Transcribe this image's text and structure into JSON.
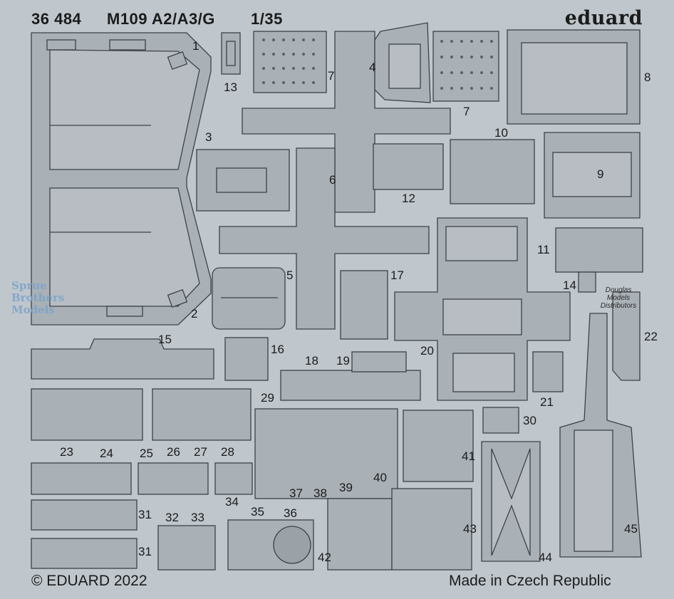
{
  "header": {
    "code": "36 484",
    "subject": "M109 A2/A3/G",
    "scale": "1/35",
    "brand": "eduard"
  },
  "footer": {
    "copyright": "© EDUARD 2022",
    "origin": "Made in Czech Republic"
  },
  "watermarks": {
    "sprue_brothers": [
      "Sprue",
      "Brothers",
      "Models"
    ],
    "douglas": [
      "Douglas",
      "Models",
      "Distributors"
    ]
  },
  "parts": [
    "1",
    "2",
    "3",
    "4",
    "5",
    "6",
    "7",
    "7",
    "8",
    "9",
    "10",
    "11",
    "12",
    "13",
    "14",
    "15",
    "16",
    "17",
    "18",
    "19",
    "20",
    "21",
    "22",
    "23",
    "24",
    "25",
    "26",
    "27",
    "28",
    "29",
    "30",
    "31",
    "31",
    "32",
    "33",
    "34",
    "35",
    "36",
    "37",
    "38",
    "39",
    "40",
    "41",
    "42",
    "43",
    "44",
    "45"
  ],
  "colors": {
    "background": "#bfc6cc",
    "part_fill": "#a9b0b6",
    "part_stroke": "#3d4348",
    "watermark": "#7aa2c9"
  }
}
